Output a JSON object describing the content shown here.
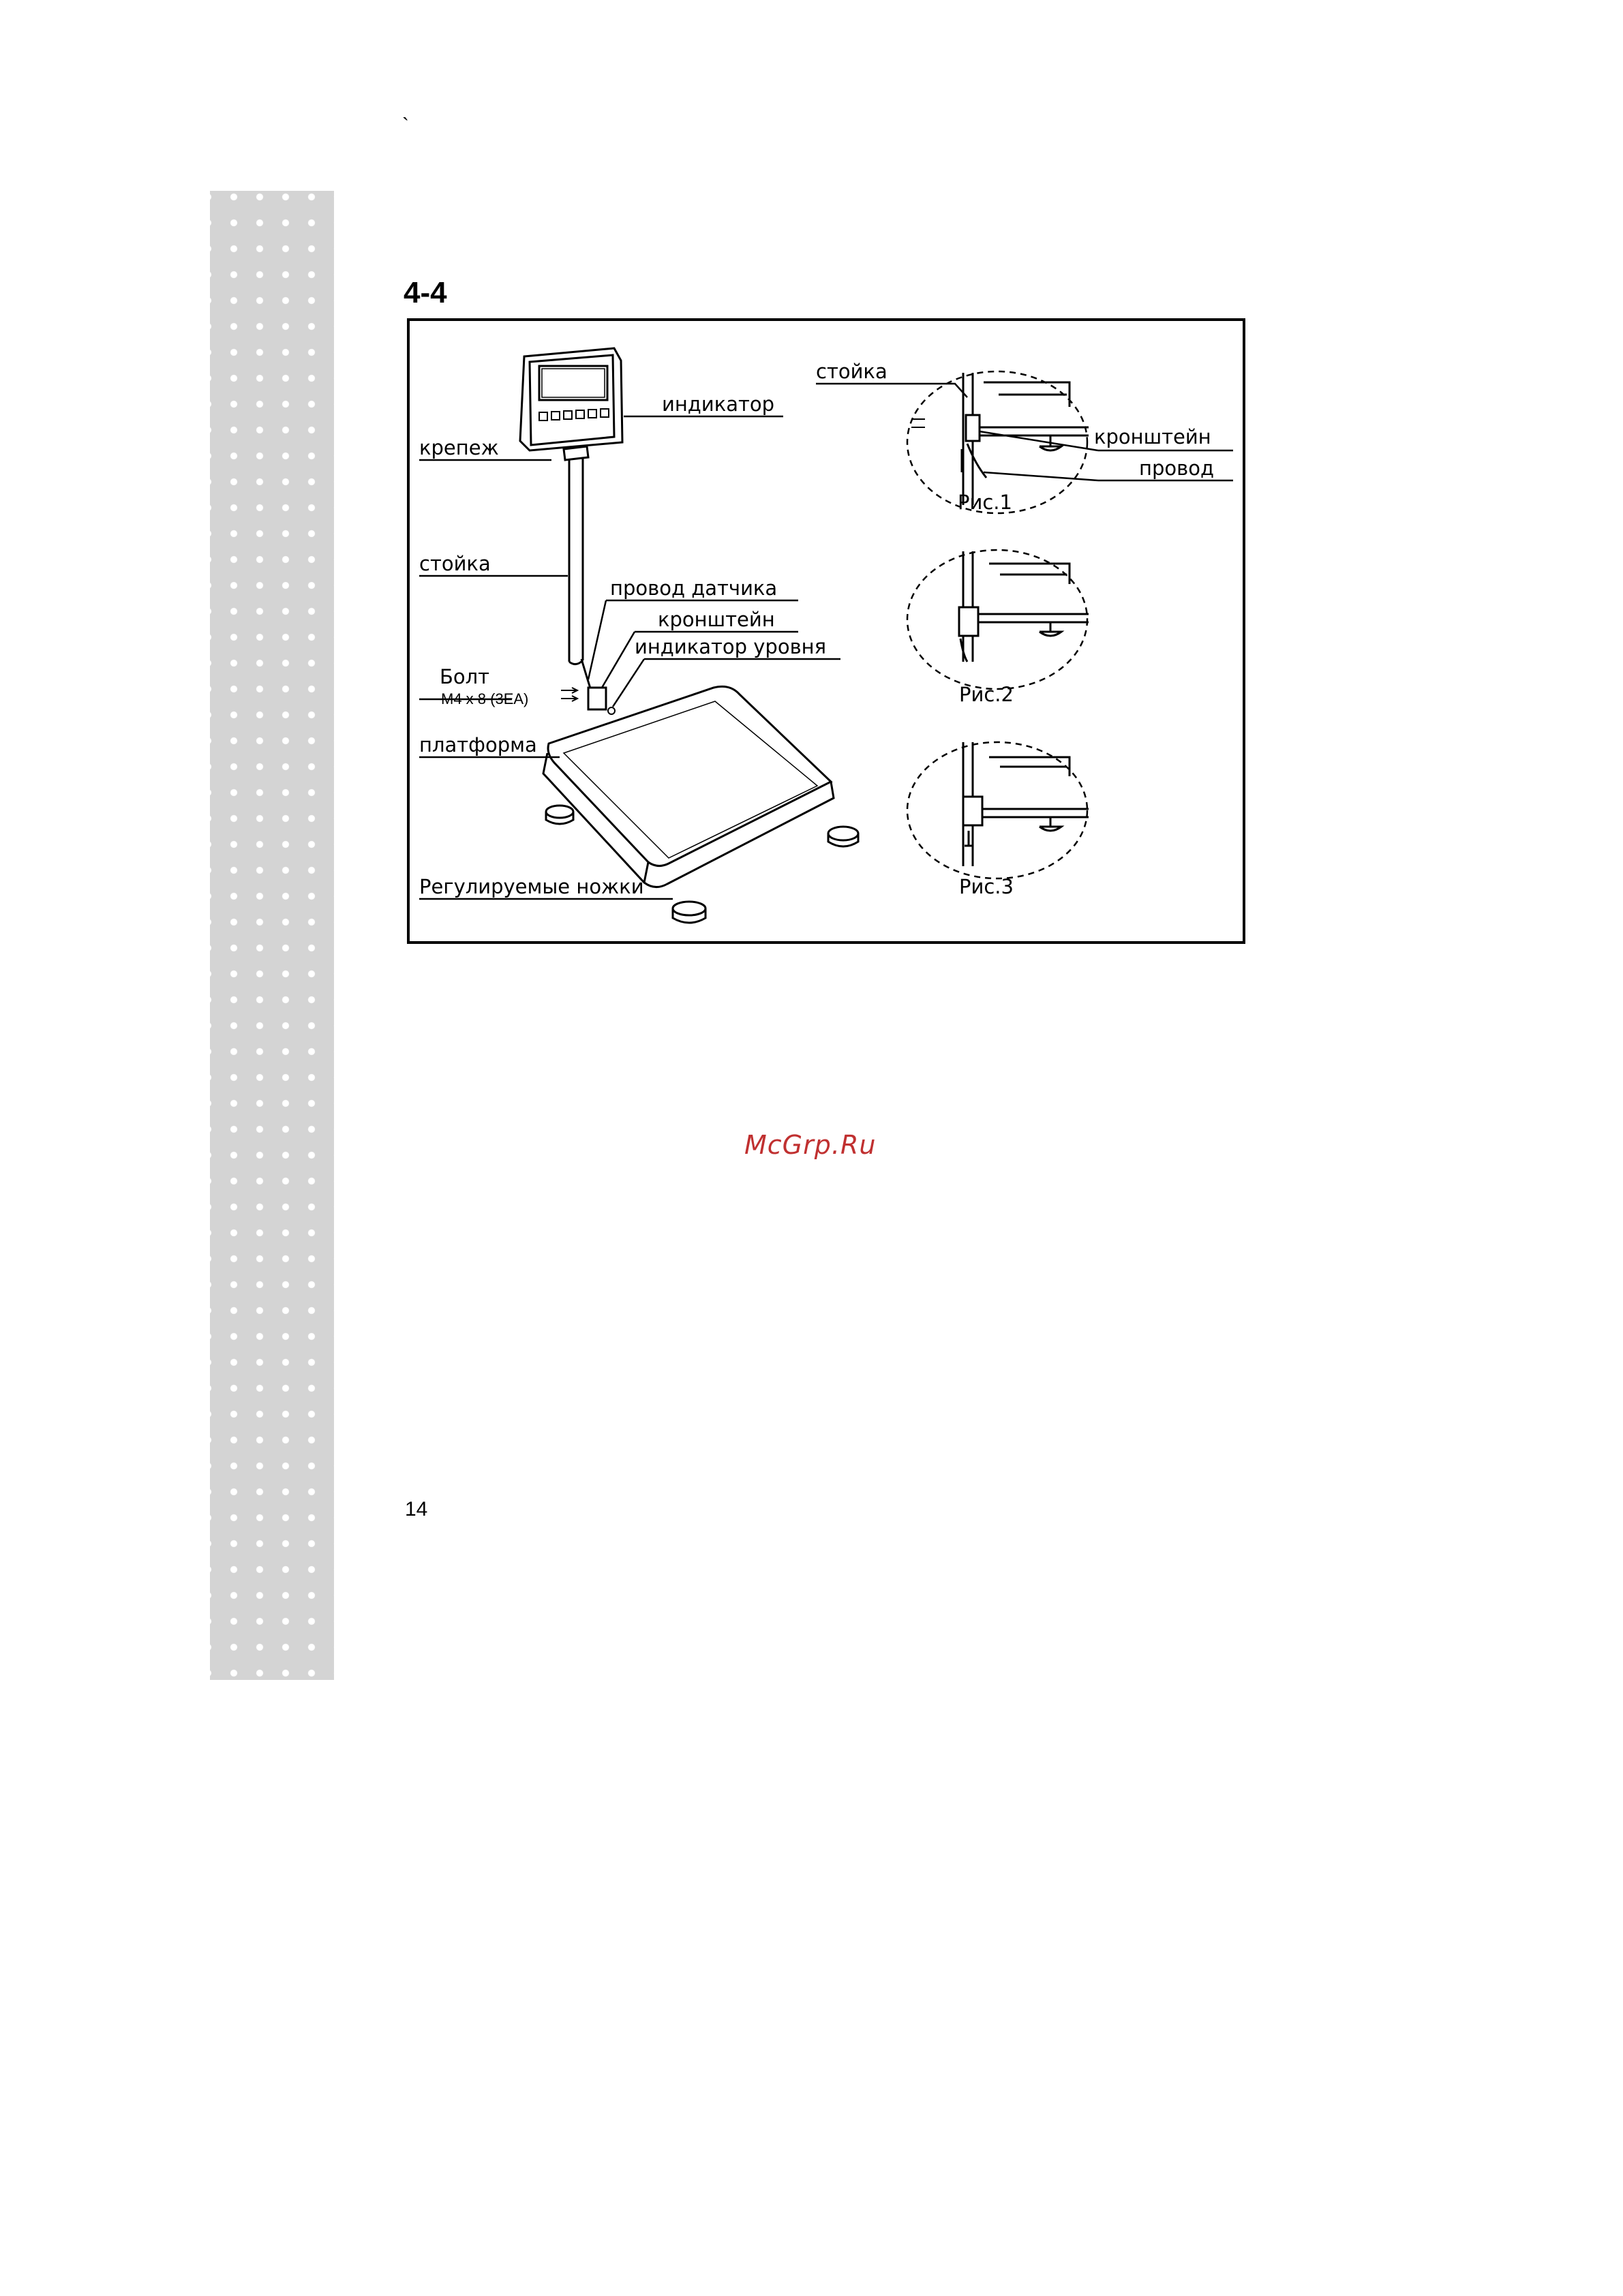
{
  "page": {
    "tick": "`",
    "section_number": "4-4",
    "page_number": "14",
    "watermark": "McGrp.Ru"
  },
  "figure": {
    "labels": {
      "indicator": "индикатор",
      "mount": "крепеж",
      "pole": "стойка",
      "sensor_wire": "провод датчика",
      "bracket": "кронштейн",
      "level_indicator": "индикатор уровня",
      "bolt": "Болт",
      "bolt_spec": "M4 x 8 (3EA)",
      "platform": "платформа",
      "adjustable_feet": "Регулируемые  ножки"
    },
    "detail_labels": {
      "pole": "стойка",
      "bracket": "кронштейн",
      "wire": "провод"
    },
    "captions": {
      "fig1": "Рис.1",
      "fig2": "Рис.2",
      "fig3": "Рис.3"
    }
  }
}
